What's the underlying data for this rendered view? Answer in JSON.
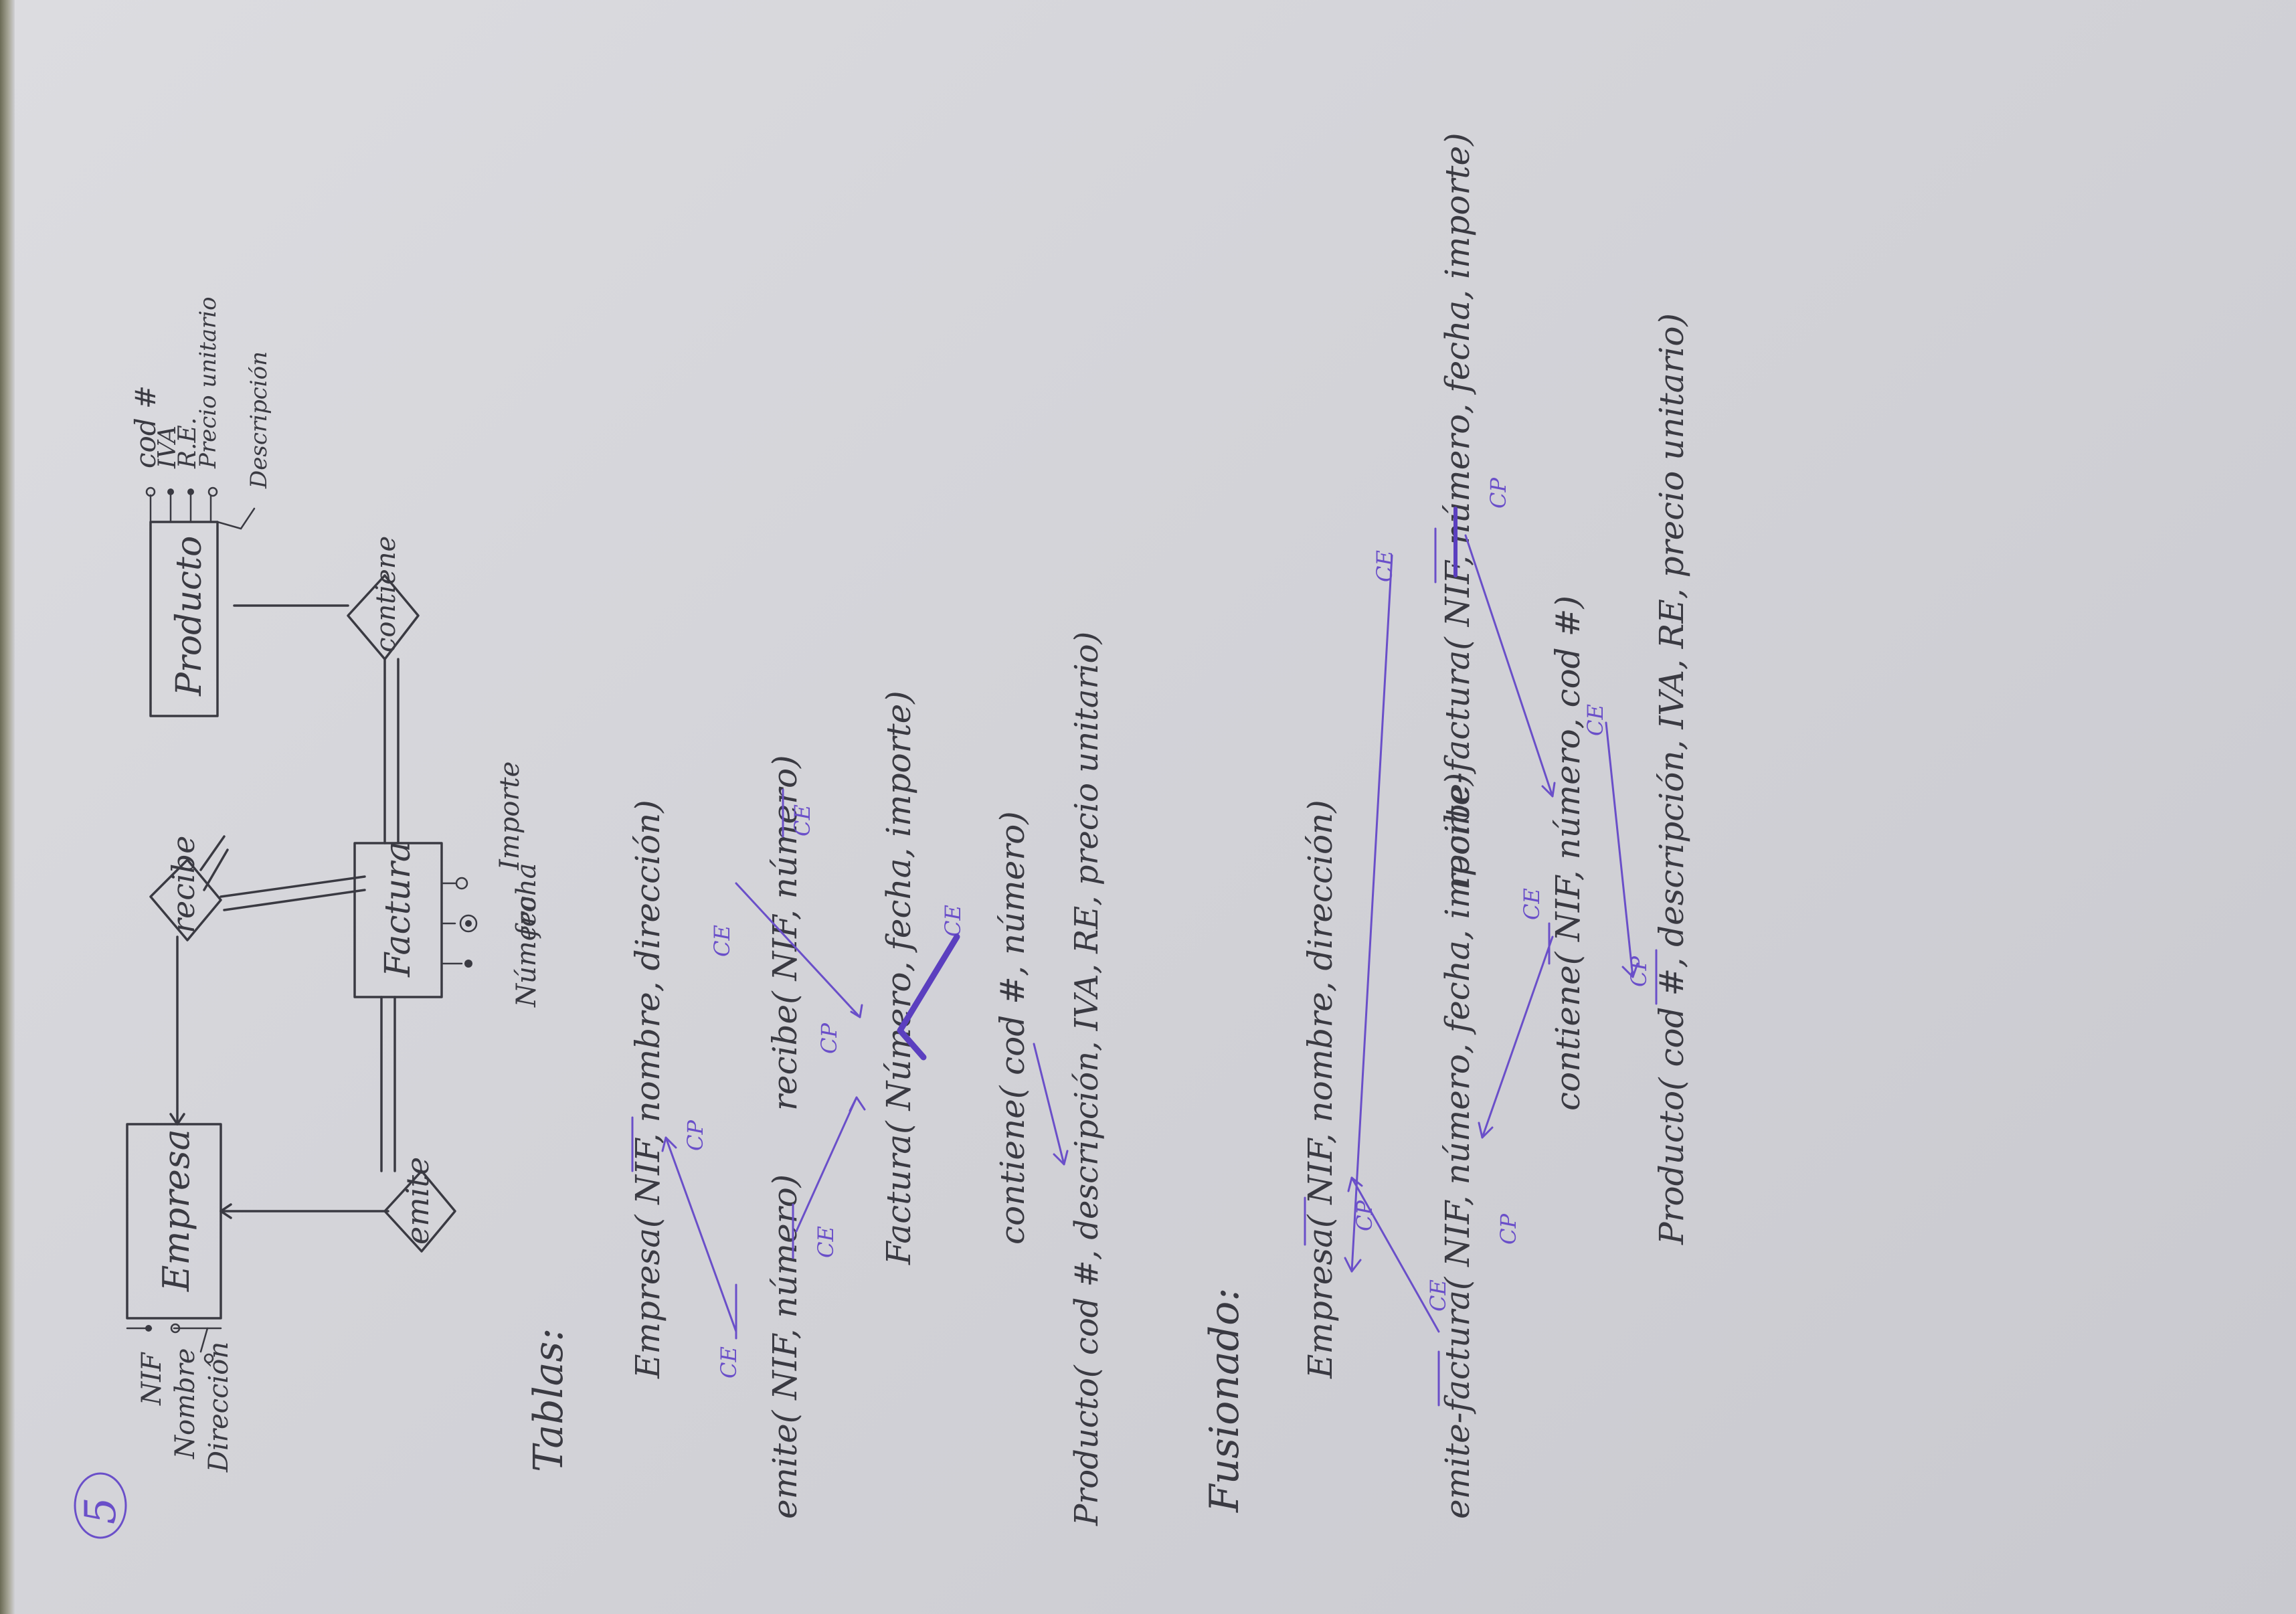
{
  "exercise_number": "5",
  "er_diagram": {
    "entities": {
      "empresa": "Empresa",
      "factura": "Factura",
      "producto": "Producto"
    },
    "relationships": {
      "emite": "emite",
      "recibe": "recibe",
      "contiene": "contiene"
    },
    "empresa_attributes": [
      "NIF",
      "Nombre",
      "Dirección"
    ],
    "factura_attributes": [
      "Número",
      "fecha",
      "Importe"
    ],
    "producto_attributes": [
      "cod #",
      "IVA",
      "R.E.",
      "Precio unitario",
      "Descripción"
    ]
  },
  "tablas": {
    "heading": "Tablas:",
    "empresa": "Empresa( NIF, nombre, dirección)",
    "emite": "emite( NIF, número)",
    "recibe": "recibe( NIF, número)",
    "factura": "Factura( Número, fecha, importe)",
    "contiene": "contiene( cod #, número)",
    "producto": "Producto( cod #, descripción, IVA, RE, precio unitario)"
  },
  "fusionado": {
    "heading": "Fusionado:",
    "empresa": "Empresa( NIF, nombre, dirección)",
    "emite_factura": "emite-factura( NIF, número, fecha, importe)",
    "recibe_factura": "recibe-factura( NIF, número, fecha, importe)",
    "contiene": "contiene( NIF, número, cod #)",
    "producto": "Producto( cod #, descripción, IVA, RE, precio unitario)"
  },
  "key_labels": {
    "cp": "CP",
    "ce": "CE"
  },
  "colors": {
    "pencil": "#3a3a42",
    "purple_ink": "#6a4fc9",
    "paper": "#d6d6db"
  }
}
